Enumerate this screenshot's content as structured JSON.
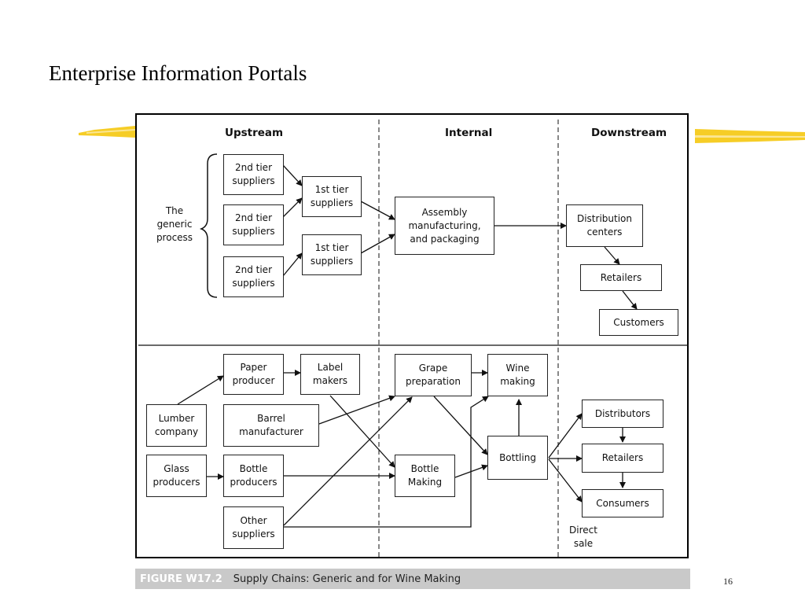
{
  "slide": {
    "title": "Enterprise Information Portals",
    "page_number": "16"
  },
  "figure": {
    "label": "FIGURE W17.2",
    "caption": "Supply Chains: Generic and for Wine Making",
    "accent_color": "#f5c400",
    "headers": {
      "upstream": "Upstream",
      "internal": "Internal",
      "downstream": "Downstream"
    },
    "generic": {
      "process_label": "The\ngeneric\nprocess",
      "second_tier_1": "2nd tier\nsuppliers",
      "second_tier_2": "2nd tier\nsuppliers",
      "second_tier_3": "2nd tier\nsuppliers",
      "first_tier_1": "1st tier\nsuppliers",
      "first_tier_2": "1st tier\nsuppliers",
      "assembly": "Assembly\nmanufacturing,\nand packaging",
      "distribution": "Distribution\ncenters",
      "retailers": "Retailers",
      "customers": "Customers"
    },
    "wine": {
      "paper_producer": "Paper\nproducer",
      "label_makers": "Label\nmakers",
      "lumber_company": "Lumber\ncompany",
      "barrel_manufacturer": "Barrel\nmanufacturer",
      "glass_producers": "Glass\nproducers",
      "bottle_producers": "Bottle\nproducers",
      "other_suppliers": "Other\nsuppliers",
      "grape_preparation": "Grape\npreparation",
      "wine_making": "Wine\nmaking",
      "bottle_making": "Bottle\nMaking",
      "bottling": "Bottling",
      "distributors": "Distributors",
      "retailers": "Retailers",
      "consumers": "Consumers",
      "direct_sale": "Direct\nsale"
    }
  }
}
